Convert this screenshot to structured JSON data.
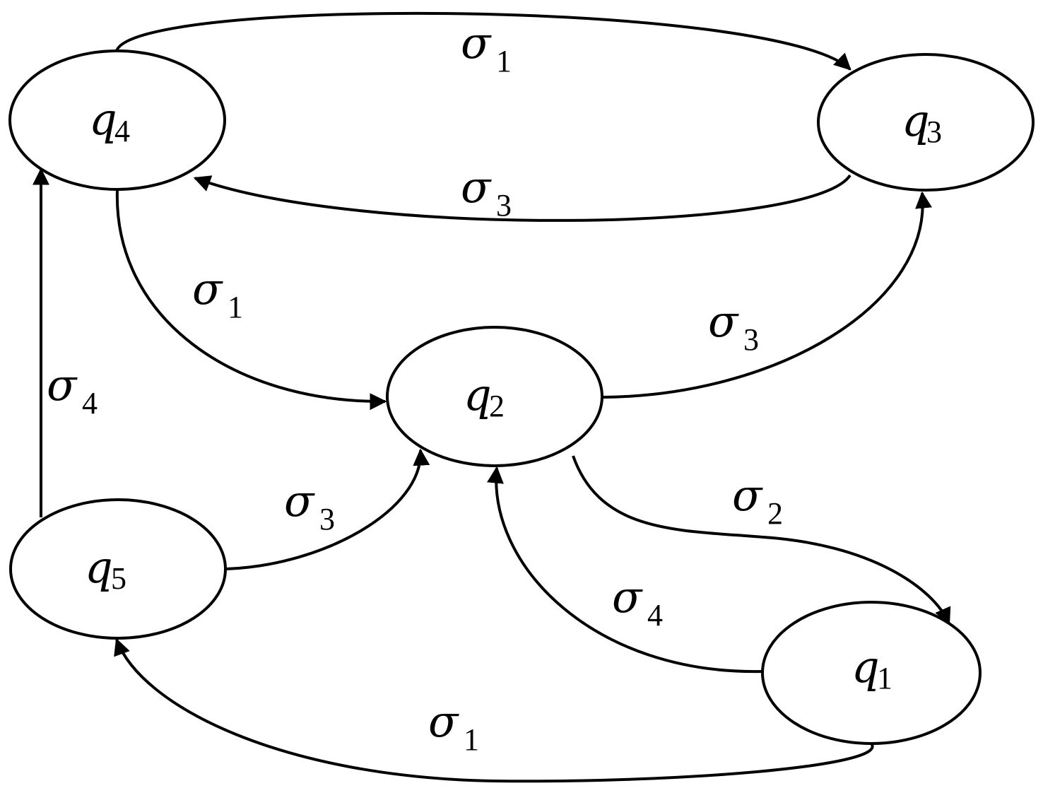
{
  "diagram": {
    "states": [
      {
        "id": "q1",
        "symbol": "q",
        "index": "1"
      },
      {
        "id": "q2",
        "symbol": "q",
        "index": "2"
      },
      {
        "id": "q3",
        "symbol": "q",
        "index": "3"
      },
      {
        "id": "q4",
        "symbol": "q",
        "index": "4"
      },
      {
        "id": "q5",
        "symbol": "q",
        "index": "5"
      }
    ],
    "transitions": [
      {
        "from": "q4",
        "to": "q3",
        "symbol": "σ",
        "index": "1"
      },
      {
        "from": "q3",
        "to": "q4",
        "symbol": "σ",
        "index": "3"
      },
      {
        "from": "q4",
        "to": "q2",
        "symbol": "σ",
        "index": "1"
      },
      {
        "from": "q2",
        "to": "q3",
        "symbol": "σ",
        "index": "3"
      },
      {
        "from": "q5",
        "to": "q4",
        "symbol": "σ",
        "index": "4"
      },
      {
        "from": "q5",
        "to": "q2",
        "symbol": "σ",
        "index": "3"
      },
      {
        "from": "q2",
        "to": "q1",
        "symbol": "σ",
        "index": "2"
      },
      {
        "from": "q1",
        "to": "q2",
        "symbol": "σ",
        "index": "4"
      },
      {
        "from": "q1",
        "to": "q5",
        "symbol": "σ",
        "index": "1"
      }
    ]
  }
}
